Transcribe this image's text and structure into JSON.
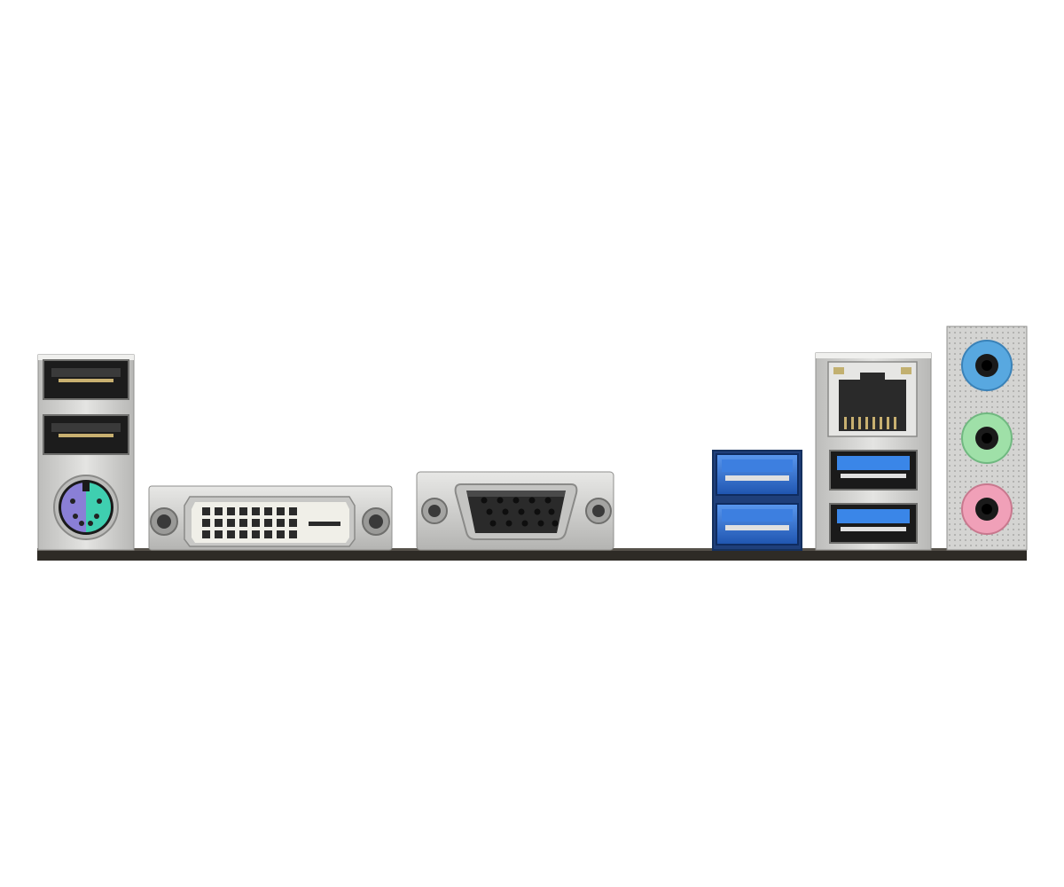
{
  "scene": {
    "background": "#ffffff",
    "subject": "motherboard-rear-io-panel"
  },
  "colors": {
    "pcb": "#2e2b26",
    "shield": "#d6d6d4",
    "shield_dark": "#9a9a98",
    "usb2_insert": "#1a1a1a",
    "usb3_insert": "#2f6fcf",
    "ps2_purple": "#8a7fd6",
    "ps2_green": "#3fcfb0",
    "audio_line_in": "#58a8e0",
    "audio_line_out": "#9fe0a8",
    "audio_mic": "#f0a0b8",
    "dvi_body": "#f0efe8",
    "vga_body": "#2a2a2a",
    "rj45_body": "#e6e6e4"
  },
  "ports": [
    {
      "id": "usb2-top",
      "icon": "usb-port-icon"
    },
    {
      "id": "usb2-bottom",
      "icon": "usb-port-icon"
    },
    {
      "id": "ps2-combo",
      "icon": "ps2-port-icon"
    },
    {
      "id": "dvi-d",
      "icon": "dvi-port-icon"
    },
    {
      "id": "vga",
      "icon": "vga-port-icon"
    },
    {
      "id": "usb3-stack-a-top",
      "icon": "usb3-port-icon"
    },
    {
      "id": "usb3-stack-a-bottom",
      "icon": "usb3-port-icon"
    },
    {
      "id": "rj45-lan",
      "icon": "ethernet-port-icon"
    },
    {
      "id": "usb3-stack-b-top",
      "icon": "usb3-port-icon"
    },
    {
      "id": "usb3-stack-b-bottom",
      "icon": "usb3-port-icon"
    },
    {
      "id": "audio-line-in",
      "icon": "audio-jack-icon"
    },
    {
      "id": "audio-line-out",
      "icon": "audio-jack-icon"
    },
    {
      "id": "audio-mic-in",
      "icon": "audio-jack-icon"
    }
  ]
}
